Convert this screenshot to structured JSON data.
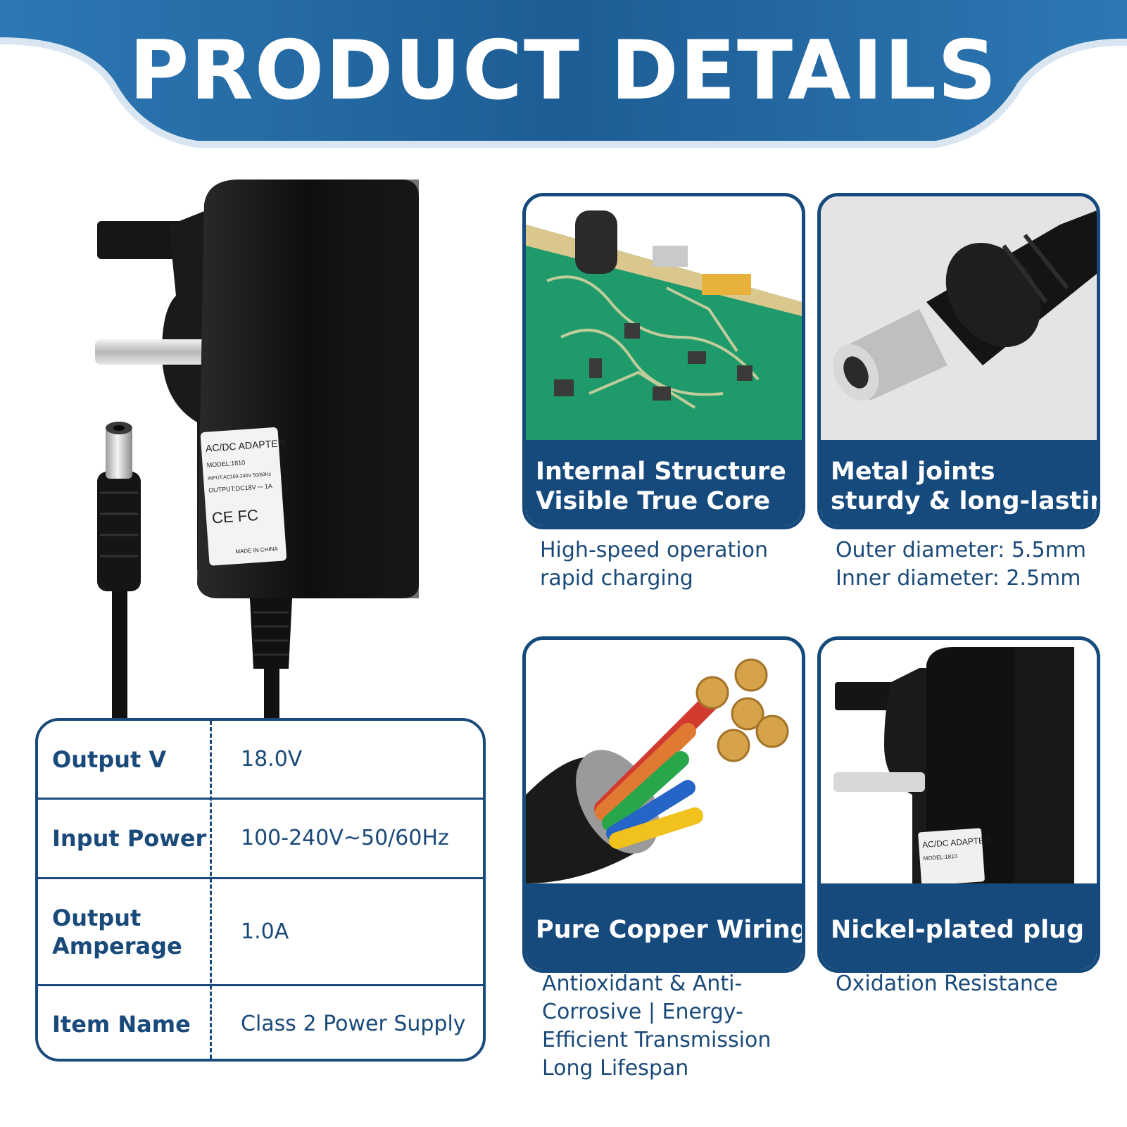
{
  "header": {
    "title": "PRODUCT DETAILS"
  },
  "adapter_label": {
    "title": "AC/DC ADAPTER",
    "model": "MODEL:1810",
    "input": "INPUT:AC100-240V 50/60Hz",
    "output": "OUTPUT:DC18V ⎓ 1A",
    "marks": "CE FC",
    "made_in": "MADE IN CHINA"
  },
  "specs": [
    {
      "label": "Output V",
      "value": "18.0V"
    },
    {
      "label": "Input Power",
      "value": "100-240V~50/60Hz"
    },
    {
      "label": "Output Amperage",
      "value": "1.0A"
    },
    {
      "label": "Item Name",
      "value": "Class 2 Power Supply"
    }
  ],
  "features": [
    {
      "title_lines": [
        "Internal Structure",
        "Visible True Core"
      ],
      "desc_lines": [
        "High-speed operation",
        "rapid charging"
      ]
    },
    {
      "title_lines": [
        "Metal joints",
        "sturdy & long-lasting"
      ],
      "desc_lines": [
        "Outer diameter: 5.5mm",
        "Inner diameter: 2.5mm"
      ]
    },
    {
      "title_lines": [
        "Pure Copper Wiring"
      ],
      "desc_lines": [
        "Antioxidant & Anti-",
        "Corrosive | Energy-",
        "Efficient Transmission",
        "Long Lifespan"
      ]
    },
    {
      "title_lines": [
        "Nickel-plated plug"
      ],
      "desc_lines": [
        "Oxidation Resistance"
      ]
    }
  ],
  "colors": {
    "brand_blue": "#174a7c",
    "banner_light": "#2d78b4"
  }
}
